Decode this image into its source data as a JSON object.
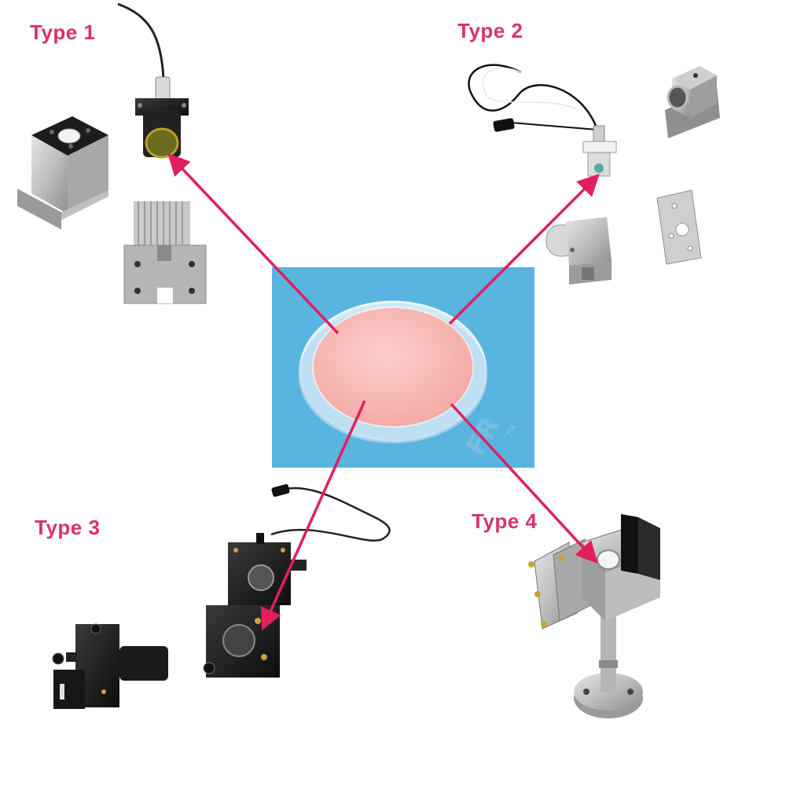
{
  "labels": {
    "type1": "Type 1",
    "type2": "Type 2",
    "type3": "Type 3",
    "type4": "Type 4"
  },
  "colors": {
    "label": "#d6336c",
    "arrow": "#e0205c",
    "panel_background": "#5ab4e0",
    "lens_coating": "#f7b8b4"
  },
  "watermark": {
    "glyph_text": "TM"
  },
  "icons": {
    "laser_pointer": "laser-diode-module-icon",
    "cube_mount": "cube-mount-icon",
    "heatsink": "heatsink-block-icon",
    "small_laser": "small-laser-module-icon",
    "pillow_block": "pillow-block-icon",
    "mounting_plate": "mounting-plate-icon",
    "tube_holder": "tube-holder-icon",
    "kinematic_mount": "kinematic-mirror-mount-icon",
    "tube_mount": "tube-kinematic-mount-icon",
    "combiner_mount": "beam-combiner-mount-icon",
    "combiner_lens": "beam-combiner-lens-icon"
  }
}
